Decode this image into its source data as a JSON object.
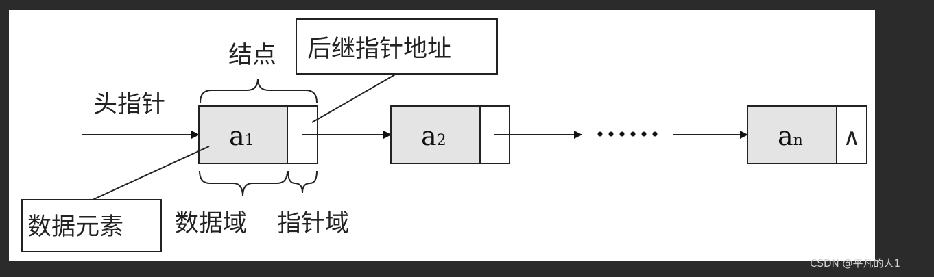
{
  "labels": {
    "head_pointer": "头指针",
    "node": "结点",
    "successor_address": "后继指针地址",
    "data_element": "数据元素",
    "data_field": "数据域",
    "pointer_field": "指针域",
    "ellipsis": "……",
    "null_symbol": "∧"
  },
  "nodes": [
    {
      "base": "a",
      "sub": "1"
    },
    {
      "base": "a",
      "sub": "2"
    },
    {
      "base": "a",
      "sub": "n"
    }
  ],
  "watermark": "CSDN @平凡的人1",
  "colors": {
    "node_fill": "#e4e4e4",
    "background": "#2b2b2b",
    "panel": "#ffffff"
  }
}
